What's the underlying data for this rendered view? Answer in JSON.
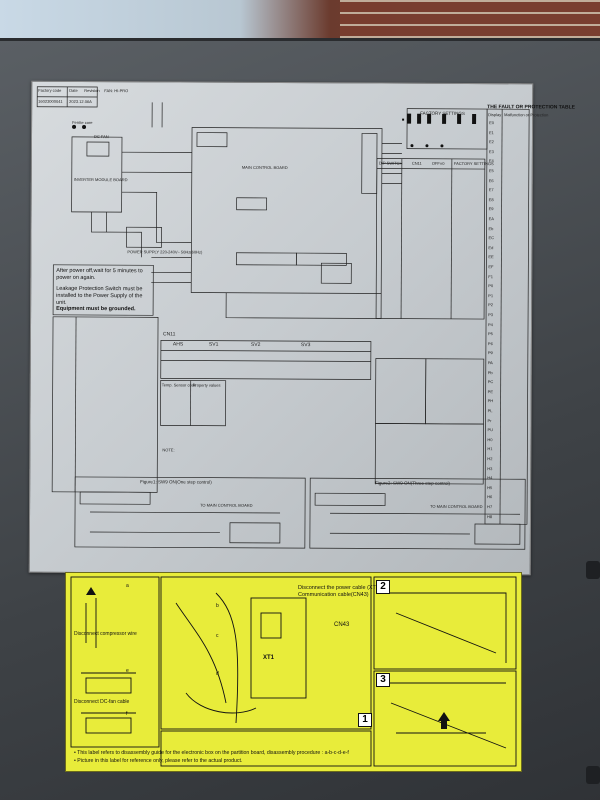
{
  "label": {
    "factory_code_label": "Factory code",
    "date_label": "Date",
    "revision_label": "Revision",
    "factory_code_value": "16023000041",
    "date_value": "2023.12.06",
    "revision_value": "A",
    "fan_label": "FAN: HI-PRO",
    "ferrite_core": "Ferrite core",
    "inverter_board": "INVERTER MODULE BOARD",
    "dc_fan": "DC FAN",
    "main_board": "MAIN CONTROL BOARD",
    "power_supply": "POWER SUPPLY 220-240V~ 50Hz(60Hz)",
    "warning_wait": "After power off,wait for 5 minutes to power on again.",
    "warning_leakage": "Leakage Protection Switch must be installed to the Power Supply of the unit.",
    "warning_ground": "Equipment must be grounded.",
    "factory_settings": "FACTORY SETTINGS",
    "fault_table_title": "THE FAULT OR PROTECTION TABLE",
    "fault_table_headers": [
      "Display",
      "Malfunction or Protection"
    ],
    "fault_codes": [
      "E0",
      "E1",
      "E2",
      "E3",
      "E4",
      "E5",
      "E6",
      "E7",
      "E8",
      "E9",
      "EA",
      "Eb",
      "EC",
      "Ed",
      "EE",
      "EF",
      "F1",
      "P0",
      "P1",
      "P2",
      "P3",
      "P4",
      "P5",
      "P6",
      "P9",
      "PA",
      "Pb",
      "PC",
      "PE",
      "PH",
      "PL",
      "Pr",
      "PU",
      "H0",
      "H1",
      "H2",
      "H3",
      "H4",
      "H5",
      "H6",
      "H7",
      "H8"
    ],
    "dip_title": "DIP SWITCH",
    "dip_cols": [
      "CN11",
      "OFF=0",
      "FACTORY SETTINGS"
    ],
    "cn11": "CN11",
    "terminal_row": [
      "AHS",
      "SV1",
      "SV2",
      "SV3"
    ],
    "figure1": "Figure1: SW9 ON(One step control)",
    "figure2": "Figure2: SW9 ON(Three step control)",
    "to_main_board": "TO MAIN CONTROL BOARD",
    "temp_sensor": "Temp. Sensor code",
    "property_values": "Property values",
    "note": "NOTE:"
  },
  "sticker": {
    "note_line1": "Disconnect the power cable (XT1),",
    "note_line2": "Communication cable(CN43)",
    "disconnect_comp": "Disconnect compressor wire",
    "disconnect_fan": "Disconnect DC-fan cable",
    "cn43": "CN43",
    "xt1": "XT1",
    "footer1": "• This label refers to disassembly guide for the electronic box on the partition board, disassembly procedure : a-b-c-d-e-f",
    "footer2": "• Picture in this label for reference only, please refer to the actual product.",
    "step_numbers": [
      "1",
      "2",
      "3"
    ],
    "letters": [
      "a",
      "b",
      "c",
      "d",
      "e",
      "f"
    ]
  },
  "colors": {
    "housing": "#4a4e52",
    "label_bg": "#c9cdd1",
    "sticker_bg": "#e8ec3a"
  }
}
